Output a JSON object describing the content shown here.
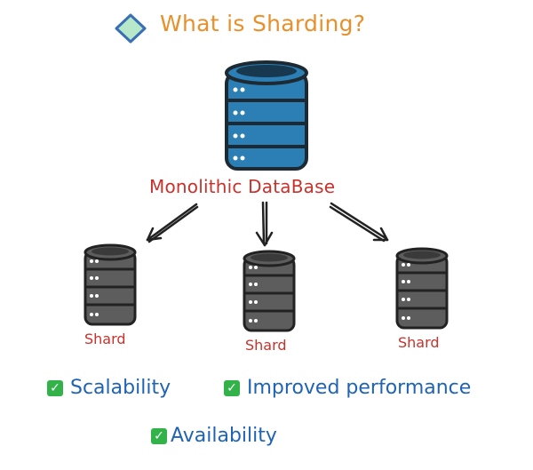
{
  "title": "What is Sharding?",
  "main_db_label": "Monolithic DataBase",
  "shards": [
    {
      "label": "Shard"
    },
    {
      "label": "Shard"
    },
    {
      "label": "Shard"
    }
  ],
  "benefits": [
    {
      "label": "Scalability"
    },
    {
      "label": "Improved performance"
    },
    {
      "label": "Availability"
    }
  ],
  "check_symbol": "✓",
  "colors": {
    "title": "#e8902c",
    "label": "#c8322c",
    "benefit": "#1f63b5",
    "main_db": "#2b7fb4",
    "shard_db": "#5d5d5d",
    "check": "#33b24a",
    "diamond_fill": "#b6e8c9",
    "diamond_stroke": "#3b6fb5"
  }
}
